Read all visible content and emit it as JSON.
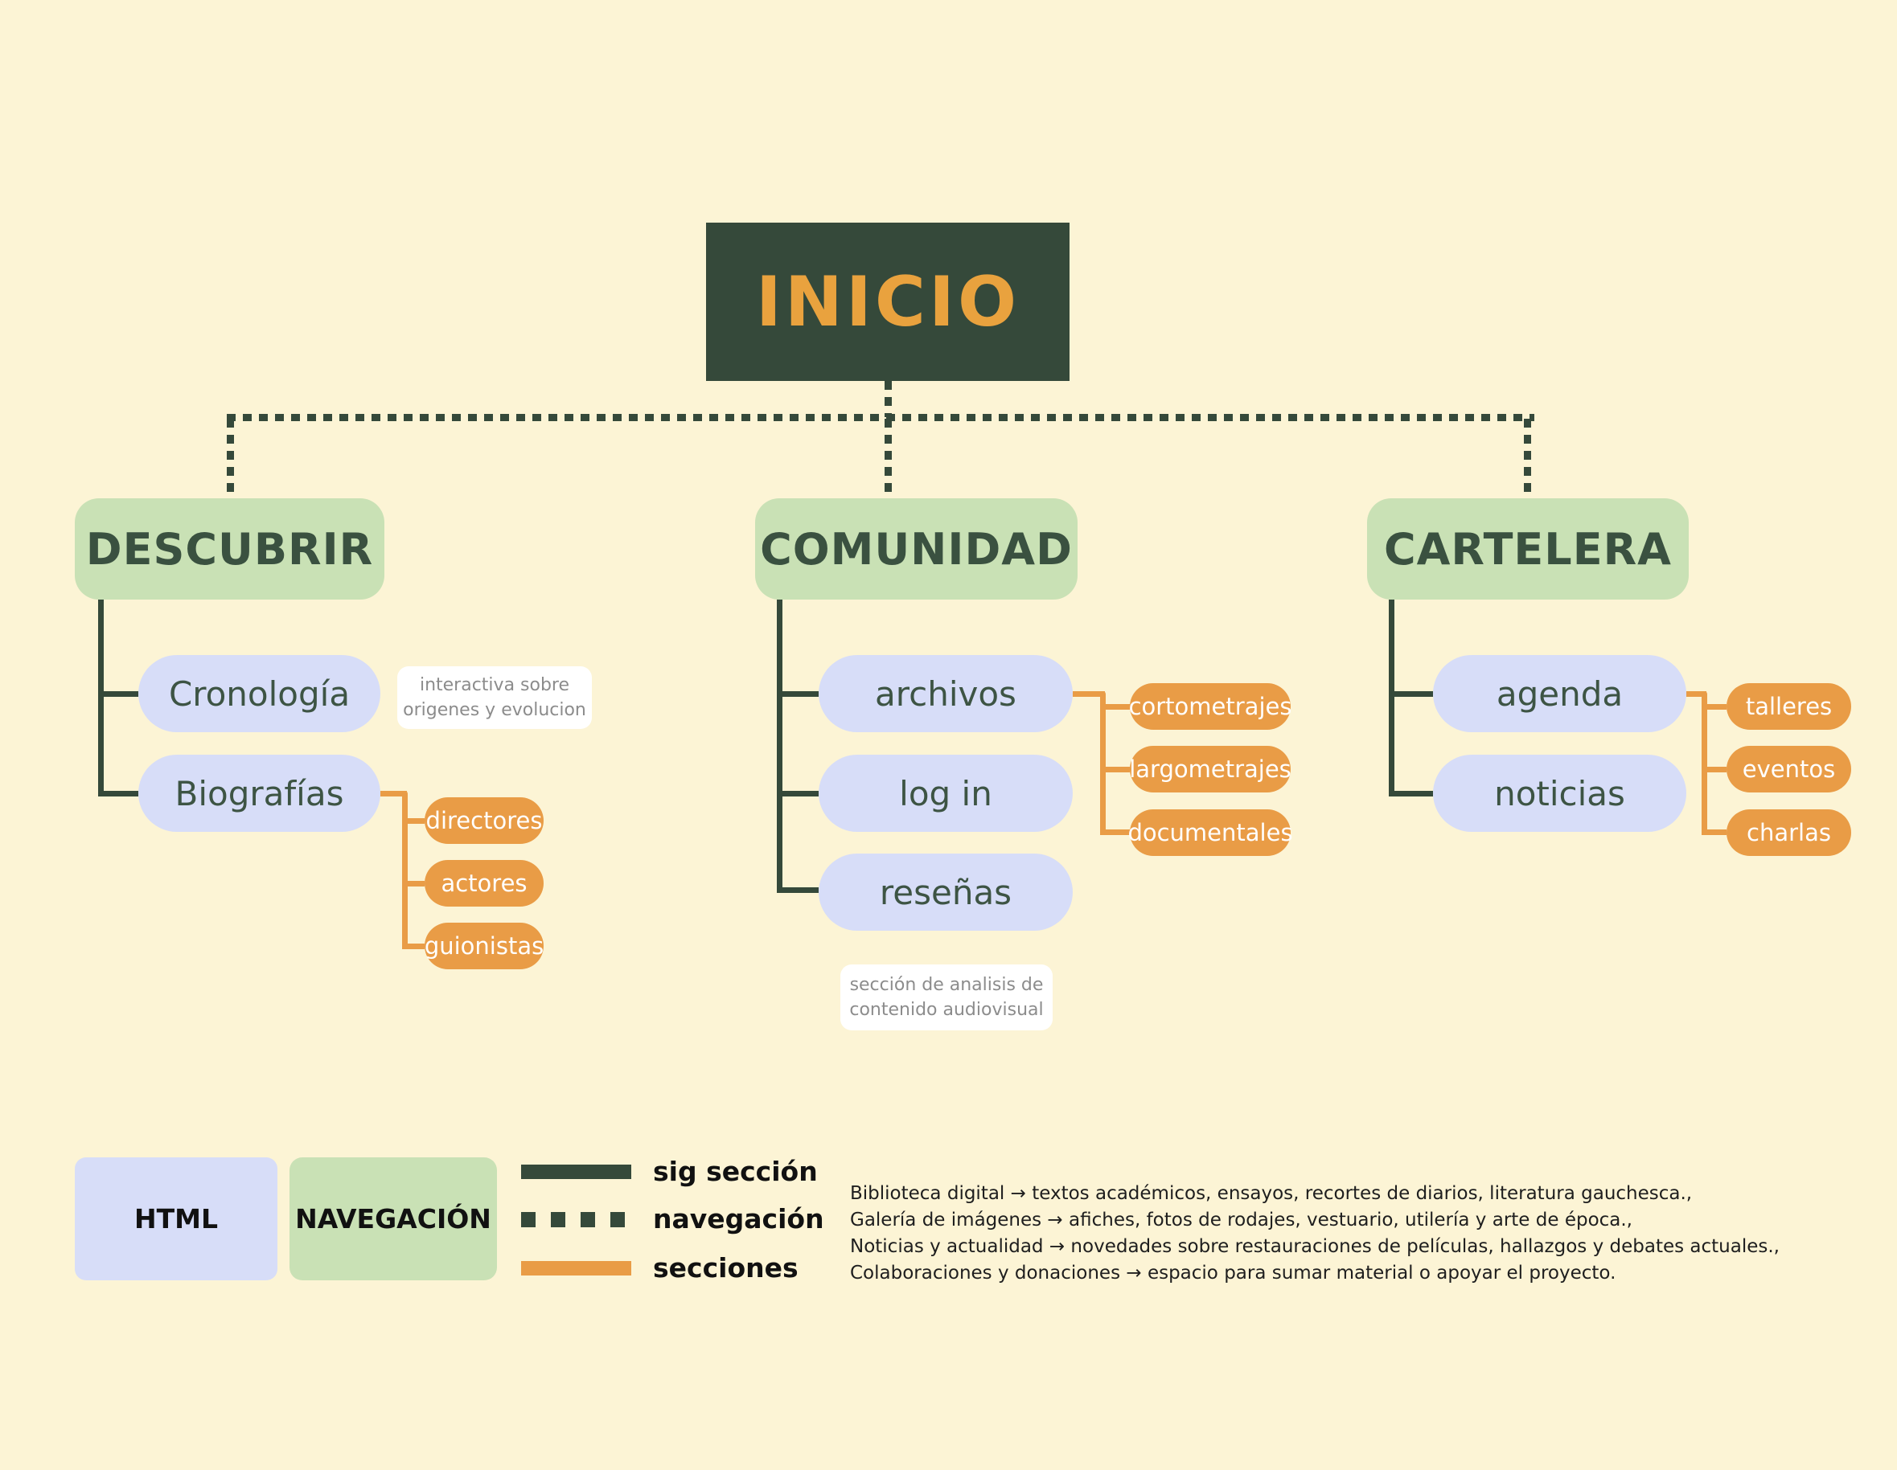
{
  "title": {
    "label": "INICIO"
  },
  "sections": [
    {
      "label": "DESCUBRIR",
      "children": [
        {
          "label": "Cronología"
        },
        {
          "label": "Biografías"
        }
      ],
      "pills": [
        "directores",
        "actores",
        "guionistas"
      ],
      "note": {
        "line1": "interactiva sobre",
        "line2": "origenes y evolucion"
      }
    },
    {
      "label": "COMUNIDAD",
      "children": [
        {
          "label": "archivos"
        },
        {
          "label": "log in"
        },
        {
          "label": "reseñas"
        }
      ],
      "pills": [
        "cortometrajes",
        "largometrajes",
        "documentales"
      ],
      "note": {
        "line1": "sección de analisis de",
        "line2": "contenido audiovisual"
      }
    },
    {
      "label": "CARTELERA",
      "children": [
        {
          "label": "agenda"
        },
        {
          "label": "noticias"
        }
      ],
      "pills": [
        "talleres",
        "eventos",
        "charlas"
      ]
    }
  ],
  "legend": {
    "html_label": "HTML",
    "navigation_label": "NAVEGACIÓN",
    "keys": [
      {
        "label": "sig sección",
        "style": "solid-dark-green"
      },
      {
        "label": "navegación",
        "style": "dashed-dark-green"
      },
      {
        "label": "secciones",
        "style": "solid-orange"
      }
    ]
  },
  "annotations": {
    "lines": [
      "Biblioteca digital → textos académicos, ensayos, recortes de diarios, literatura gauchesca.,",
      "Galería de imágenes → afiches, fotos de rodajes, vestuario, utilería y arte de época.,",
      "Noticias y actualidad → novedades sobre restauraciones de películas, hallazgos y debates actuales.,",
      "Colaboraciones y donaciones → espacio para sumar material o apoyar el proyecto."
    ]
  },
  "palette": {
    "background": "#FCF4D5",
    "dark_green": "#35493A",
    "light_green": "#C9E1B5",
    "lavender": "#D7DDF8",
    "orange": "#E99C46",
    "title_orange": "#E9A23E",
    "note_gray": "#8C8C8C",
    "text_black": "#1E1E1E"
  }
}
